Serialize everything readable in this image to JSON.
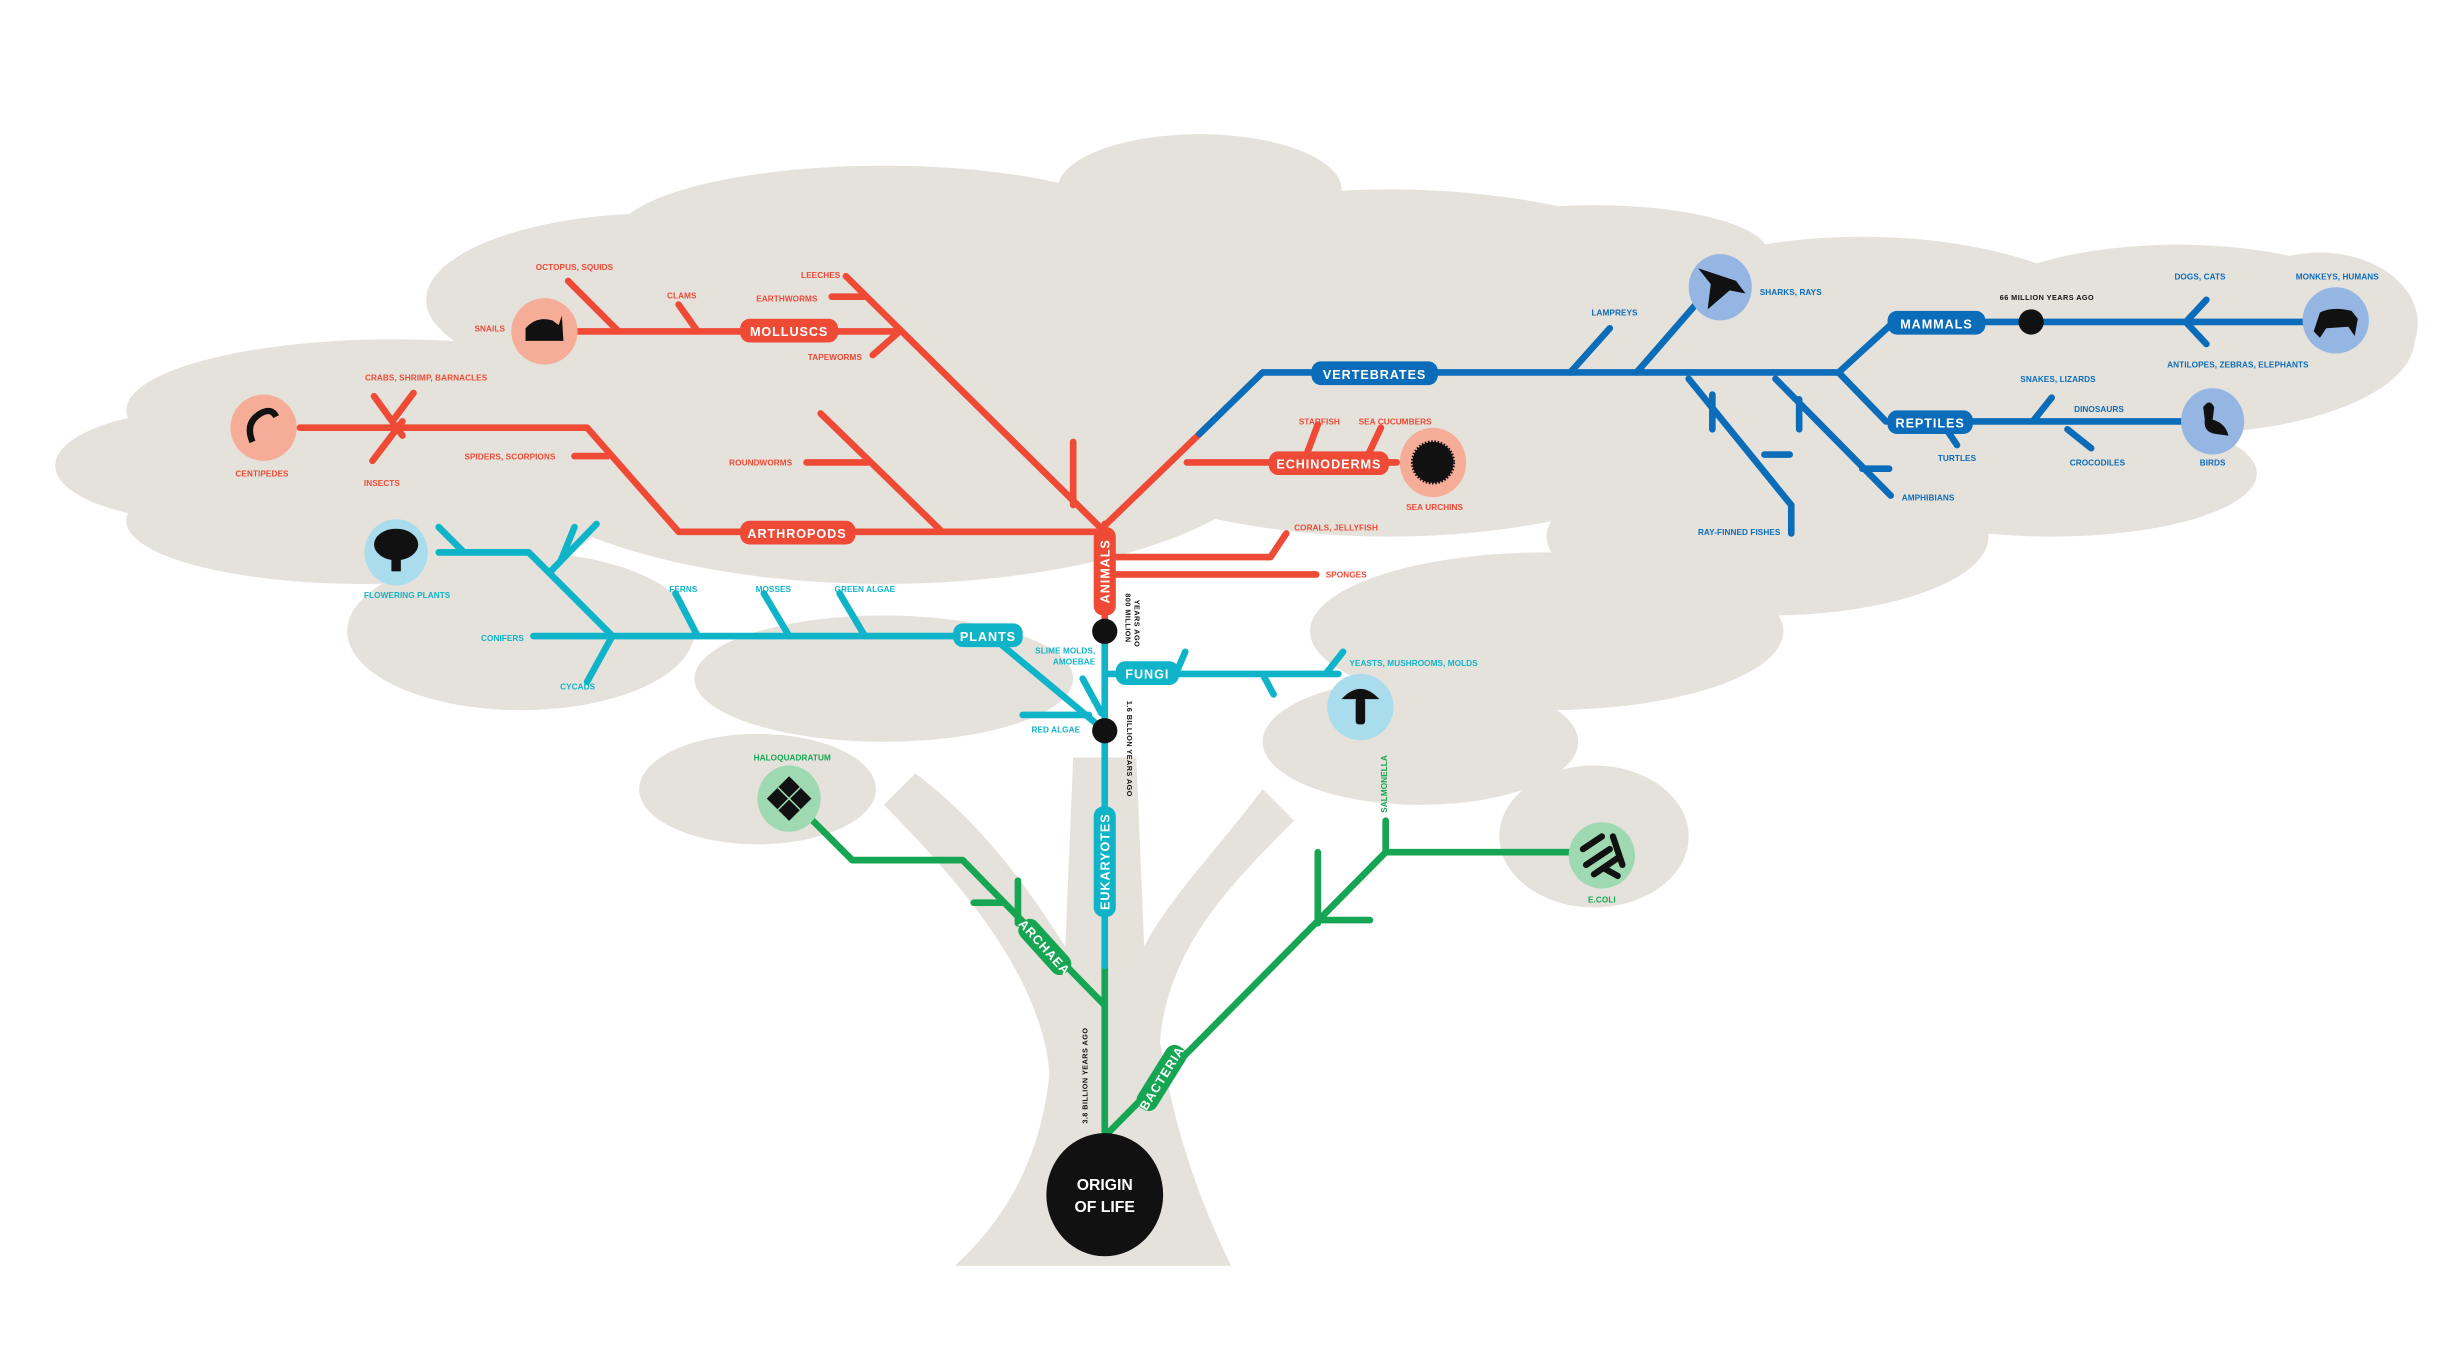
{
  "colors": {
    "animals": "#ee4a36",
    "vertebrates": "#0b6cb9",
    "plants_fungi": "#0fb4c9",
    "prokaryotes": "#16a552",
    "tree": "#e5e2dc"
  },
  "root": {
    "line1": "ORIGIN",
    "line2": "OF LIFE"
  },
  "pills": {
    "molluscs": "MOLLUSCS",
    "arthropods": "ARTHROPODS",
    "animals": "ANIMALS",
    "echinoderms": "ECHINODERMS",
    "vertebrates": "VERTEBRATES",
    "mammals": "MAMMALS",
    "reptiles": "REPTILES",
    "plants": "PLANTS",
    "fungi": "FUNGI",
    "eukaryotes": "EUKARYOTES",
    "archaea": "ARCHAEA",
    "bacteria": "BACTERIA"
  },
  "times": {
    "t66": "66 MILLION YEARS AGO",
    "t800a": "800 MILLION",
    "t800b": "YEARS AGO",
    "t16": "1.6 BILLION YEARS AGO",
    "t38": "3.8 BILLION YEARS AGO"
  },
  "labels": {
    "octopus": "OCTOPUS, SQUIDS",
    "clams": "CLAMS",
    "leeches": "LEECHES",
    "earthworms": "EARTHWORMS",
    "snails": "SNAILS",
    "tapeworms": "TAPEWORMS",
    "crabs": "CRABS, SHRIMP, BARNACLES",
    "centipedes": "CENTIPEDES",
    "insects": "INSECTS",
    "spiders": "SPIDERS, SCORPIONS",
    "roundworms": "ROUNDWORMS",
    "starfish": "STARFISH",
    "seacucumbers": "SEA CUCUMBERS",
    "seaurchins": "SEA URCHINS",
    "corals": "CORALS, JELLYFISH",
    "sponges": "SPONGES",
    "lampreys": "LAMPREYS",
    "sharks": "SHARKS, RAYS",
    "rayfinned": "RAY-FINNED FISHES",
    "amphibians": "AMPHIBIANS",
    "dogs": "DOGS, CATS",
    "monkeys": "MONKEYS, HUMANS",
    "antilopes": "ANTILOPES, ZEBRAS, ELEPHANTS",
    "snakes": "SNAKES, LIZARDS",
    "dinosaurs": "DINOSAURS",
    "turtles": "TURTLES",
    "crocodiles": "CROCODILES",
    "birds": "BIRDS",
    "flowering": "FLOWERING PLANTS",
    "ferns": "FERNS",
    "mosses": "MOSSES",
    "greenalgae": "GREEN ALGAE",
    "conifers": "CONIFERS",
    "cycads": "CYCADS",
    "slime1": "SLIME MOLDS,",
    "slime2": "AMOEBAE",
    "redalgae": "RED ALGAE",
    "yeasts": "YEASTS, MUSHROOMS, MOLDS",
    "haloquadratum": "HALOQUADRATUM",
    "salmonella": "SALMONELLA",
    "ecoli": "E.COLI"
  },
  "icons": [
    "snail-icon",
    "centipede-icon",
    "sea-urchin-icon",
    "manta-ray-icon",
    "monkey-icon",
    "bird-icon",
    "tree-icon",
    "mushroom-icon",
    "haloquadratum-icon",
    "ecoli-icon"
  ]
}
